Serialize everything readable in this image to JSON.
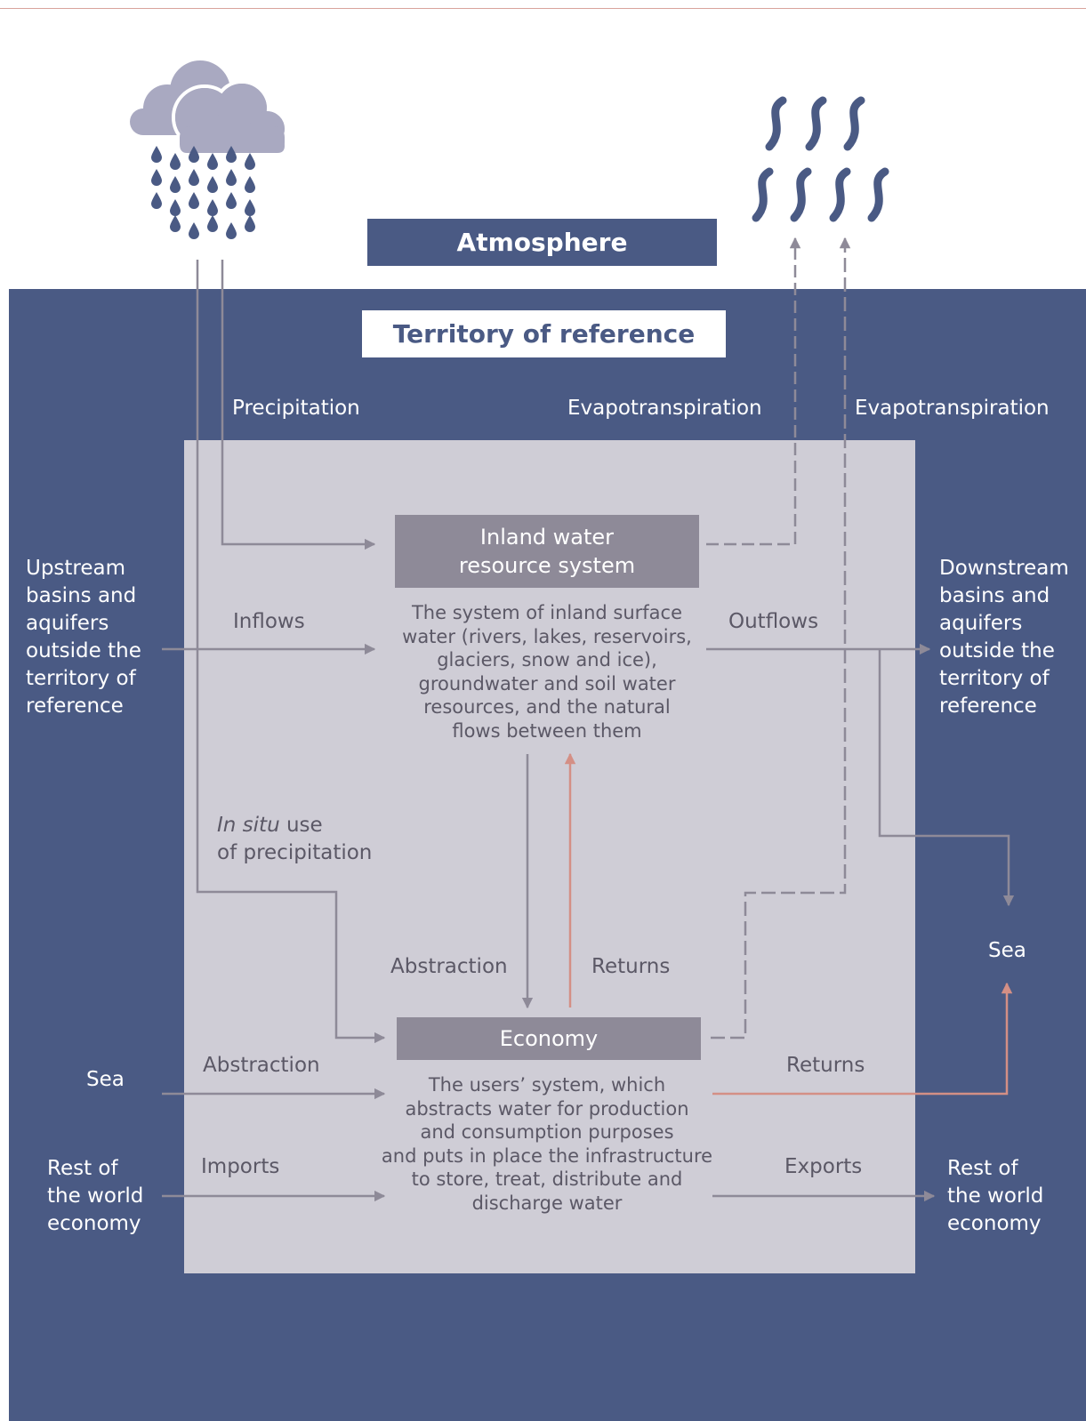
{
  "atmosphere_label": "Atmosphere",
  "territory_label": "Territory of reference",
  "inland_system": {
    "title": "Inland water\nresource system",
    "description": "The system of inland surface\nwater (rivers, lakes, reservoirs,\nglaciers, snow and ice),\ngroundwater and soil water\nresources, and the natural\nflows between them"
  },
  "economy": {
    "title": "Economy",
    "description": "The users’ system, which\nabstracts water for production\nand consumption purposes\nand puts in place the infrastructure\nto store, treat, distribute and\ndischarge water"
  },
  "labels": {
    "precipitation": "Precipitation",
    "evapotranspiration_1": "Evapotranspiration",
    "evapotranspiration_2": "Evapotranspiration",
    "upstream": "Upstream\nbasins and\naquifers\noutside the\nterritory of\nreference",
    "downstream": "Downstream\nbasins and\naquifers\noutside the\nterritory of\nreference",
    "inflows": "Inflows",
    "outflows": "Outflows",
    "in_situ_italic": "In situ",
    "in_situ_rest": " use\nof precipitation",
    "abstraction_center": "Abstraction",
    "returns_center": "Returns",
    "sea_right": "Sea",
    "sea_left": "Sea",
    "abstraction_sea": "Abstraction",
    "returns_sea": "Returns",
    "rest_left": "Rest of\nthe world\neconomy",
    "rest_right": "Rest of\nthe world\neconomy",
    "imports": "Imports",
    "exports": "Exports"
  },
  "icons": [
    "rain-cloud-icon",
    "evaporation-icon"
  ],
  "colors": {
    "territory": "#4a5a84",
    "inner_box": "#cfcdd6",
    "gray_box": "#8e8a98",
    "arrow_gray": "#8e8a98",
    "arrow_returns": "#d48f85",
    "cloud": "#a9a9c1",
    "drops": "#4a5a84"
  }
}
